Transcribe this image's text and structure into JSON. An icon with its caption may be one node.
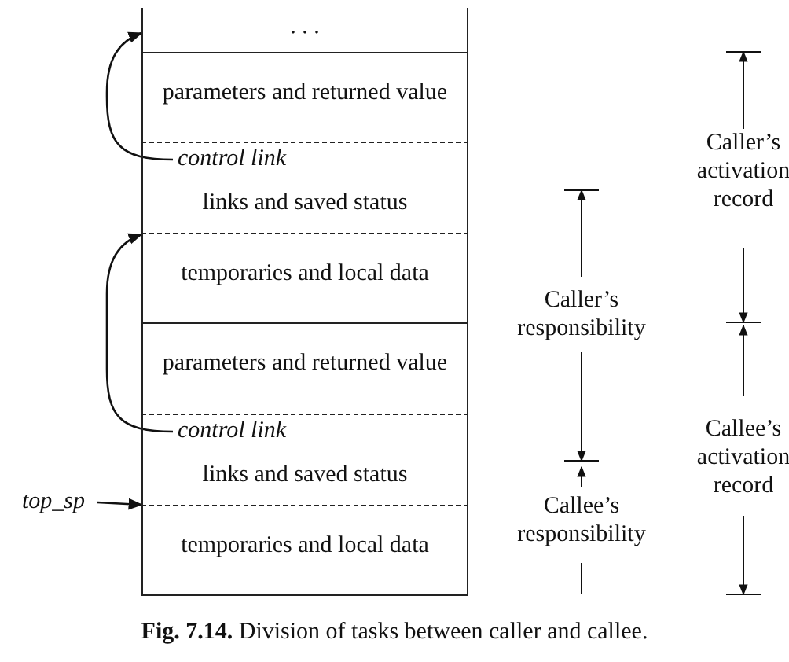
{
  "diagram": {
    "caption": "**Fig. 7.14.** Division of tasks between caller and callee.",
    "nodes": [
      {
        "text": [
          ". . ."
        ]
      },
      {
        "text": [
          "parameters and returned value"
        ]
      },
      {
        "text": [
          "links and saved status"
        ]
      },
      {
        "text": [
          "control link"
        ],
        "in": 2
      },
      {
        "text": [
          "temporaries and local data"
        ]
      },
      {
        "text": [
          "parameters and returned value"
        ]
      },
      {
        "text": [
          "links and saved status"
        ]
      },
      {
        "text": [
          "control link"
        ],
        "in": 6
      },
      {
        "text": [
          "top_sp"
        ]
      },
      {
        "text": [
          "temporaries and local data"
        ]
      }
    ],
    "edges": [
      {
        "from": 3,
        "to": 0,
        "arrow": "to"
      },
      {
        "from": 7,
        "to": 4,
        "arrow": "to"
      },
      {
        "from": 8,
        "to": 9,
        "arrow": "to"
      }
    ],
    "labels": [
      "Caller’s activation record",
      "Caller’s responsibility",
      "Callee’s activation record",
      "Callee’s responsibility"
    ]
  }
}
